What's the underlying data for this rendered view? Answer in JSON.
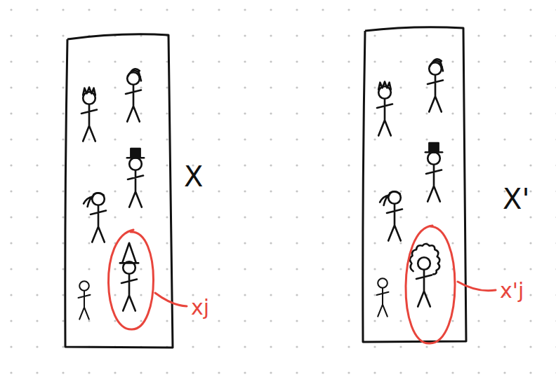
{
  "diagram": {
    "labels": [
      "X",
      "xj",
      "X'",
      "x'j"
    ]
  }
}
